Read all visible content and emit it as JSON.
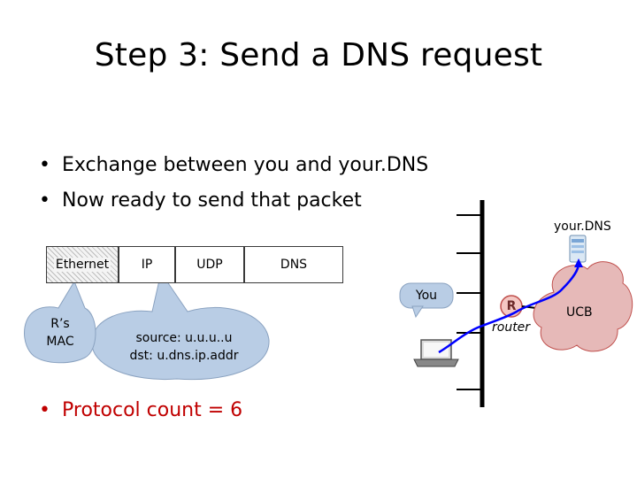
{
  "slide": {
    "title": "Step 3: Send a DNS request",
    "bullets": [
      "Exchange between you and your.DNS",
      "Now ready to send that packet"
    ],
    "protocol_count": "Protocol count = 6"
  },
  "packet": {
    "ethernet": "Ethernet",
    "ip": "IP",
    "udp": "UDP",
    "dns": "DNS"
  },
  "callouts": {
    "mac_line1": "R’s",
    "mac_line2": "MAC",
    "ip_line1": "source: u.u.u..u",
    "ip_line2": "dst: u.dns.ip.addr"
  },
  "network": {
    "you": "You",
    "router_letter": "R",
    "router_label": "router",
    "dns_server": "your.DNS",
    "cloud": "UCB"
  },
  "colors": {
    "accent_red": "#c00000",
    "callout_fill": "#b9cde5",
    "cloud_fill": "#e6b9b8",
    "router_fill": "#f4c7c3",
    "path_blue": "#0000ff"
  }
}
